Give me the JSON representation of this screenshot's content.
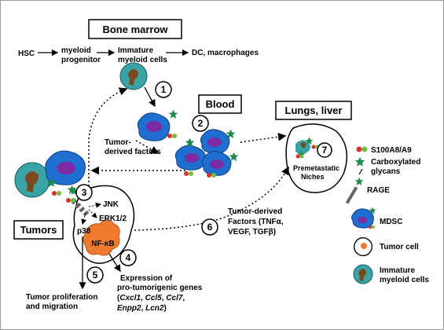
{
  "compartments": {
    "bone_marrow": "Bone marrow",
    "blood": "Blood",
    "lungs_liver": "Lungs, liver",
    "tumors": "Tumors"
  },
  "lineage": {
    "hsc": "HSC",
    "myeloid_line1": "myeloid",
    "myeloid_line2": "progenitor",
    "immature_line1": "Immature",
    "immature_line2": "myeloid cells",
    "dc_macrophages": "DC, macrophages"
  },
  "steps": [
    "1",
    "2",
    "3",
    "4",
    "5",
    "6",
    "7"
  ],
  "labels": {
    "tumor_derived_line1": "Tumor-",
    "tumor_derived_line2": "derived factors",
    "premetastatic_line1": "Premetastatic",
    "premetastatic_line2": "Niches",
    "factors_line1": "Tumor-derived",
    "factors_line2": "Factors (TNFα,",
    "factors_line3": "VEGF, TGFβ)",
    "jnk": "JNK",
    "erk": "ERK1/2",
    "p38": "p38",
    "nfkb": "NF-κB",
    "expression_line1": "Expression of",
    "expression_line2": "pro-tumorigenic genes",
    "genes_line1_open": "(",
    "genes_line1_a": "Cxcl1",
    "genes_line1_sep1": ", ",
    "genes_line1_b": "Ccl5",
    "genes_line1_sep2": ", ",
    "genes_line1_c": "Ccl7",
    "genes_line1_end": ",",
    "genes_line2_a": "Enpp2",
    "genes_line2_sep": ", ",
    "genes_line2_b": "Lcn2",
    "genes_line2_close": ")",
    "proliferation_line1": "Tumor proliferation",
    "proliferation_line2": "and migration"
  },
  "legend": {
    "s100": "S100A8/A9",
    "carboxy_line1": "Carboxylated",
    "carboxy_line2": "glycans",
    "rage": "RAGE",
    "mdsc": "MDSC",
    "tumor_cell": "Tumor cell",
    "immature_line1": "Immature",
    "immature_line2": "myeloid cells"
  },
  "colors": {
    "mdsc_body": "#1f6fd1",
    "mdsc_nucleus": "#7b2aa3",
    "immature_body": "#3aa3a6",
    "immature_nucleus": "#7a4a1e",
    "nfkb": "#f07a2e",
    "star": "#1f8a4c",
    "dot_red": "#d4342b",
    "dot_green": "#6cbf3c",
    "rage": "#666666"
  }
}
